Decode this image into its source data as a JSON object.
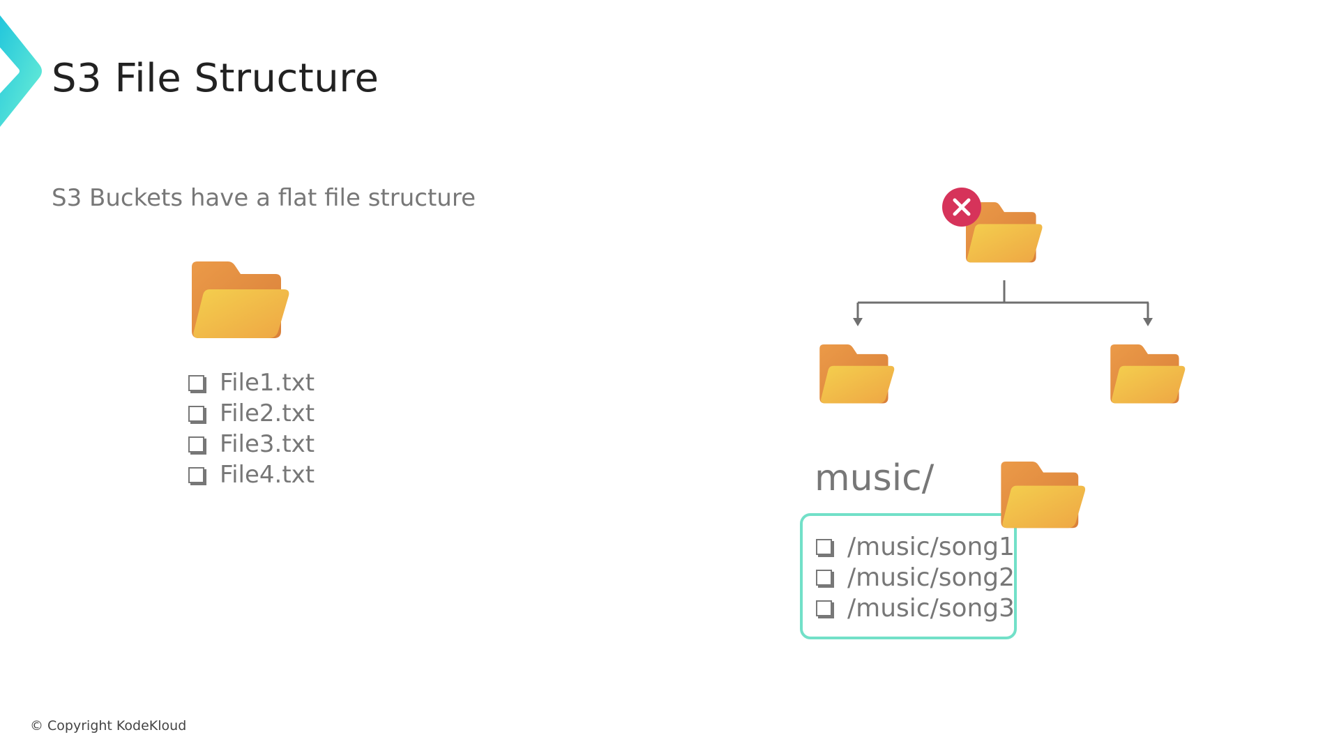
{
  "header": {
    "title": "S3 File Structure"
  },
  "subtitle": "S3 Buckets have a flat file structure",
  "flat_bucket": {
    "icon": "folder-icon",
    "files": [
      "File1.txt",
      "File2.txt",
      "File3.txt",
      "File4.txt"
    ]
  },
  "hierarchy": {
    "root_icon": "folder-icon",
    "status_icon": "x-circle-icon",
    "status_color": "#d6335a",
    "children": [
      "folder-icon",
      "folder-icon"
    ]
  },
  "prefix_example": {
    "label": "music/",
    "objects": [
      "/music/song1",
      "/music/song2",
      "/music/song3"
    ],
    "border_color": "#72e0c8"
  },
  "footer": {
    "copyright": "© Copyright KodeKloud"
  },
  "colors": {
    "accent": "#3fd9d0",
    "title": "#222222",
    "text": "#777777"
  }
}
